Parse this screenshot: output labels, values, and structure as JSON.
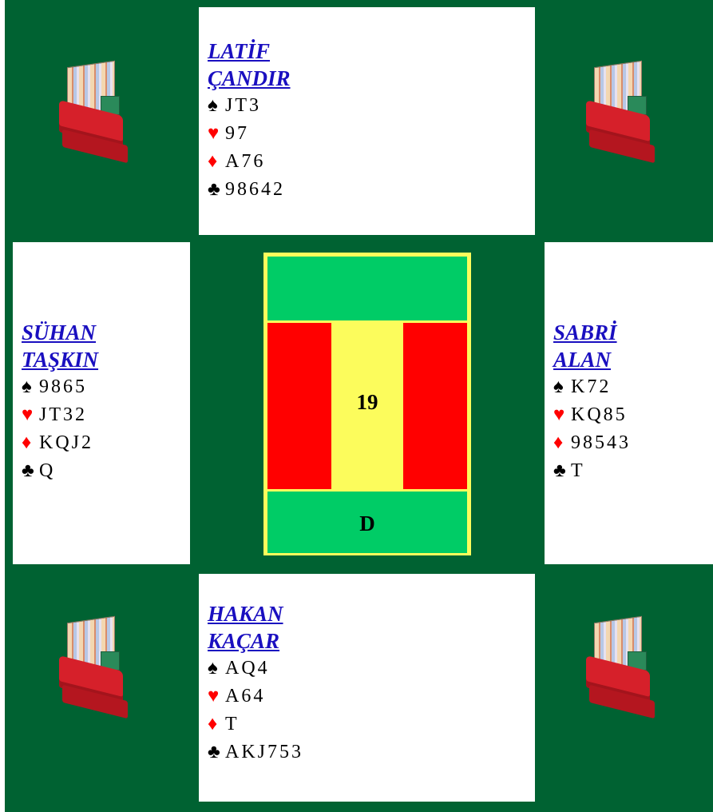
{
  "board_number": "19",
  "dealer": "D",
  "colors": {
    "felt": "#006232",
    "center_green": "#00cc66",
    "center_red": "#ff0000",
    "center_yellow": "#fcfc5c",
    "link": "#1a0fc0",
    "red_suit": "#ff0000"
  },
  "suit_symbols": {
    "spades": "♠",
    "hearts": "♥",
    "diamonds": "♦",
    "clubs": "♣"
  },
  "hands": {
    "north": {
      "name_line1": "LATİF",
      "name_line2": "ÇANDIR",
      "spades": "JT3",
      "hearts": "97",
      "diamonds": "A76",
      "clubs": "98642"
    },
    "west": {
      "name_line1": "SÜHAN",
      "name_line2": "TAŞKIN",
      "spades": "9865",
      "hearts": "JT32",
      "diamonds": "KQJ2",
      "clubs": "Q"
    },
    "east": {
      "name_line1": "SABRİ",
      "name_line2": "ALAN",
      "spades": "K72",
      "hearts": "KQ85",
      "diamonds": "98543",
      "clubs": "T"
    },
    "south": {
      "name_line1": "HAKAN",
      "name_line2": "KAÇAR",
      "spades": "AQ4",
      "hearts": "A64",
      "diamonds": "T",
      "clubs": "AKJ753"
    }
  },
  "icons": [
    "bidding-box-icon"
  ]
}
